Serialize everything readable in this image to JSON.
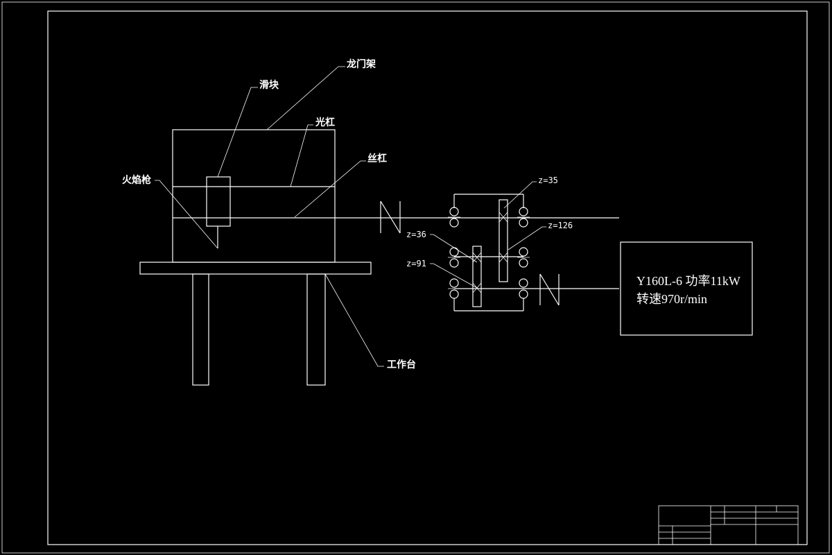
{
  "labels": {
    "gantry": "龙门架",
    "slider": "滑块",
    "smooth_rod": "光杠",
    "lead_screw": "丝杠",
    "torch": "火焰枪",
    "worktable": "工作台"
  },
  "gears": {
    "g1": "z=35",
    "g2": "z=126",
    "g3": "z=36",
    "g4": "z=91"
  },
  "motor": {
    "line1": "Y160L-6 功率11kW",
    "line2": "转速970r/min"
  },
  "title_block": {
    "drawing_name": "",
    "row_labels": [
      "",
      "",
      ""
    ],
    "mid_labels": [
      "",
      "",
      ""
    ],
    "right_labels": [
      "",
      "",
      ""
    ],
    "bottom_name": ""
  }
}
